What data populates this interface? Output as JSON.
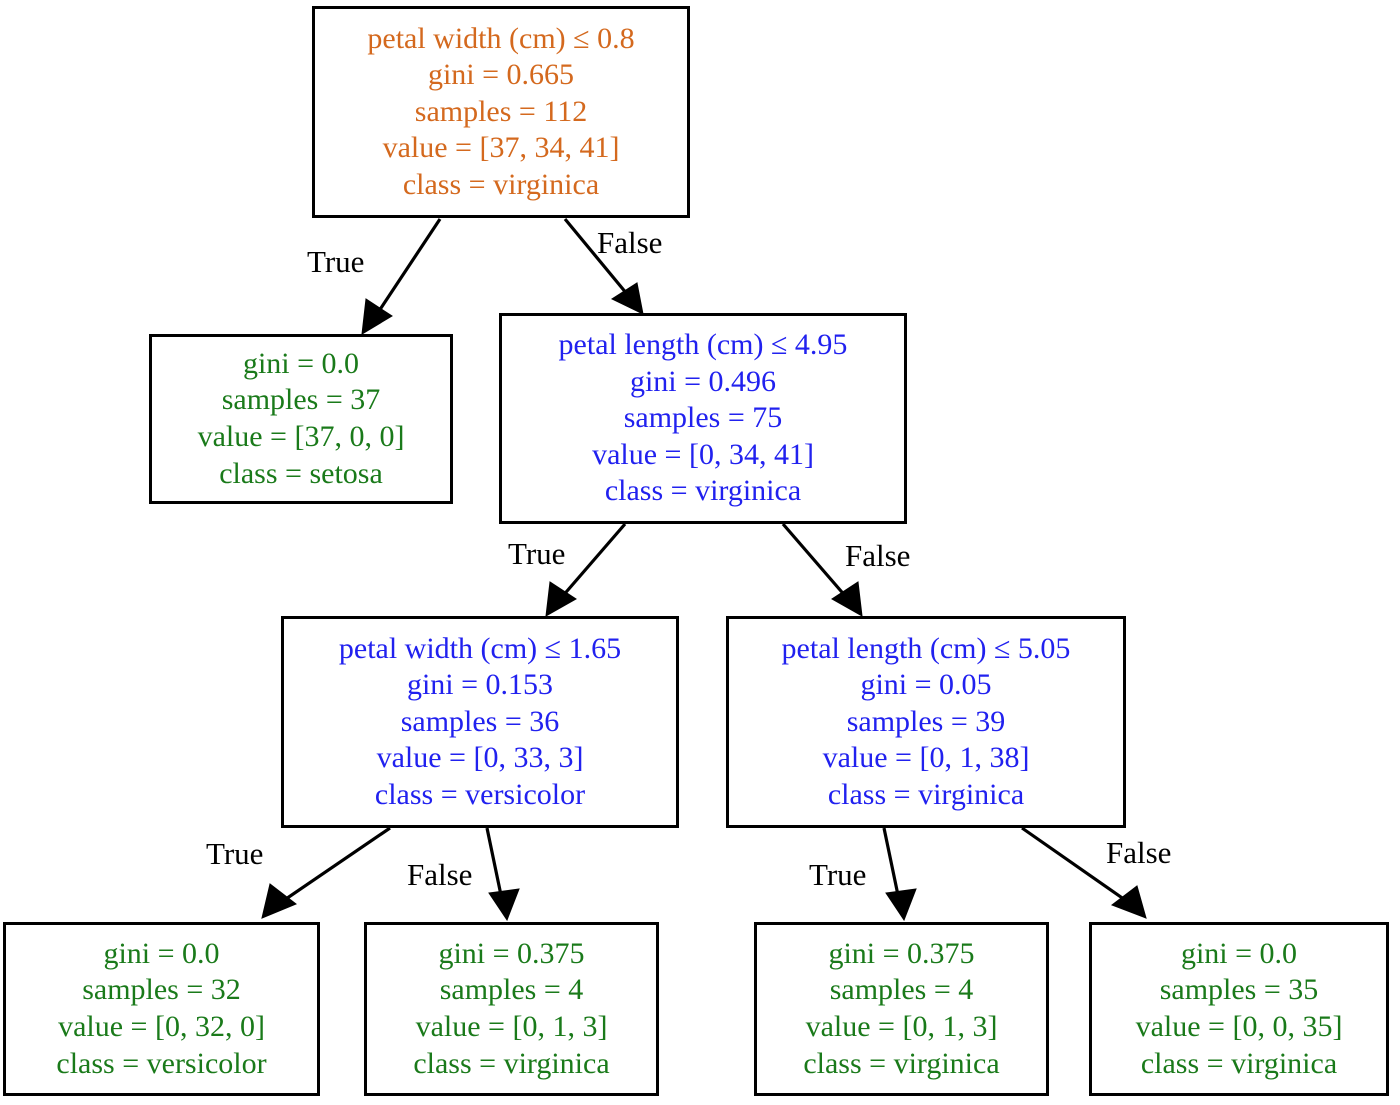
{
  "diagram": {
    "type": "decision-tree",
    "title_visible": false,
    "colors": {
      "setosa": "#1a7a1a",
      "versicolor_blue": "#2121ef",
      "virginica_orange": "#d4691e",
      "leaf_green": "#1a7a1a",
      "edge": "#000000",
      "box_border": "#000000",
      "background": "#ffffff"
    },
    "edge_labels": {
      "true": "True",
      "false": "False"
    },
    "nodes": [
      {
        "id": "n0",
        "role": "root",
        "color": "#d4691e",
        "lines": [
          "petal width (cm) ≤ 0.8",
          "gini = 0.665",
          "samples = 112",
          "value = [37, 34, 41]",
          "class = virginica"
        ],
        "feature": "petal width (cm)",
        "threshold": 0.8,
        "gini": 0.665,
        "samples": 112,
        "value": [
          37,
          34,
          41
        ],
        "class": "virginica"
      },
      {
        "id": "n1",
        "role": "leaf",
        "color": "#1a7a1a",
        "lines": [
          "gini = 0.0",
          "samples = 37",
          "value = [37, 0, 0]",
          "class = setosa"
        ],
        "gini": 0.0,
        "samples": 37,
        "value": [
          37,
          0,
          0
        ],
        "class": "setosa"
      },
      {
        "id": "n2",
        "role": "internal",
        "color": "#2121ef",
        "lines": [
          "petal length (cm) ≤ 4.95",
          "gini = 0.496",
          "samples = 75",
          "value = [0, 34, 41]",
          "class = virginica"
        ],
        "feature": "petal length (cm)",
        "threshold": 4.95,
        "gini": 0.496,
        "samples": 75,
        "value": [
          0,
          34,
          41
        ],
        "class": "virginica"
      },
      {
        "id": "n3",
        "role": "internal",
        "color": "#2121ef",
        "lines": [
          "petal width (cm) ≤ 1.65",
          "gini = 0.153",
          "samples = 36",
          "value = [0, 33, 3]",
          "class = versicolor"
        ],
        "feature": "petal width (cm)",
        "threshold": 1.65,
        "gini": 0.153,
        "samples": 36,
        "value": [
          0,
          33,
          3
        ],
        "class": "versicolor"
      },
      {
        "id": "n4",
        "role": "internal",
        "color": "#2121ef",
        "lines": [
          "petal length (cm) ≤ 5.05",
          "gini = 0.05",
          "samples = 39",
          "value = [0, 1, 38]",
          "class = virginica"
        ],
        "feature": "petal length (cm)",
        "threshold": 5.05,
        "gini": 0.05,
        "samples": 39,
        "value": [
          0,
          1,
          38
        ],
        "class": "virginica"
      },
      {
        "id": "n5",
        "role": "leaf",
        "color": "#1a7a1a",
        "lines": [
          "gini = 0.0",
          "samples = 32",
          "value = [0, 32, 0]",
          "class = versicolor"
        ],
        "gini": 0.0,
        "samples": 32,
        "value": [
          0,
          32,
          0
        ],
        "class": "versicolor"
      },
      {
        "id": "n6",
        "role": "leaf",
        "color": "#1a7a1a",
        "lines": [
          "gini = 0.375",
          "samples = 4",
          "value = [0, 1, 3]",
          "class = virginica"
        ],
        "gini": 0.375,
        "samples": 4,
        "value": [
          0,
          1,
          3
        ],
        "class": "virginica"
      },
      {
        "id": "n7",
        "role": "leaf",
        "color": "#1a7a1a",
        "lines": [
          "gini = 0.375",
          "samples = 4",
          "value = [0, 1, 3]",
          "class = virginica"
        ],
        "gini": 0.375,
        "samples": 4,
        "value": [
          0,
          1,
          3
        ],
        "class": "virginica"
      },
      {
        "id": "n8",
        "role": "leaf",
        "color": "#1a7a1a",
        "lines": [
          "gini = 0.0",
          "samples = 35",
          "value = [0, 0, 35]",
          "class = virginica"
        ],
        "gini": 0.0,
        "samples": 35,
        "value": [
          0,
          0,
          35
        ],
        "class": "virginica"
      }
    ],
    "edges": [
      {
        "from": "n0",
        "to": "n1",
        "label": "True"
      },
      {
        "from": "n0",
        "to": "n2",
        "label": "False"
      },
      {
        "from": "n2",
        "to": "n3",
        "label": "True"
      },
      {
        "from": "n2",
        "to": "n4",
        "label": "False"
      },
      {
        "from": "n3",
        "to": "n5",
        "label": "True"
      },
      {
        "from": "n3",
        "to": "n6",
        "label": "False"
      },
      {
        "from": "n4",
        "to": "n7",
        "label": "True"
      },
      {
        "from": "n4",
        "to": "n8",
        "label": "False"
      }
    ]
  }
}
